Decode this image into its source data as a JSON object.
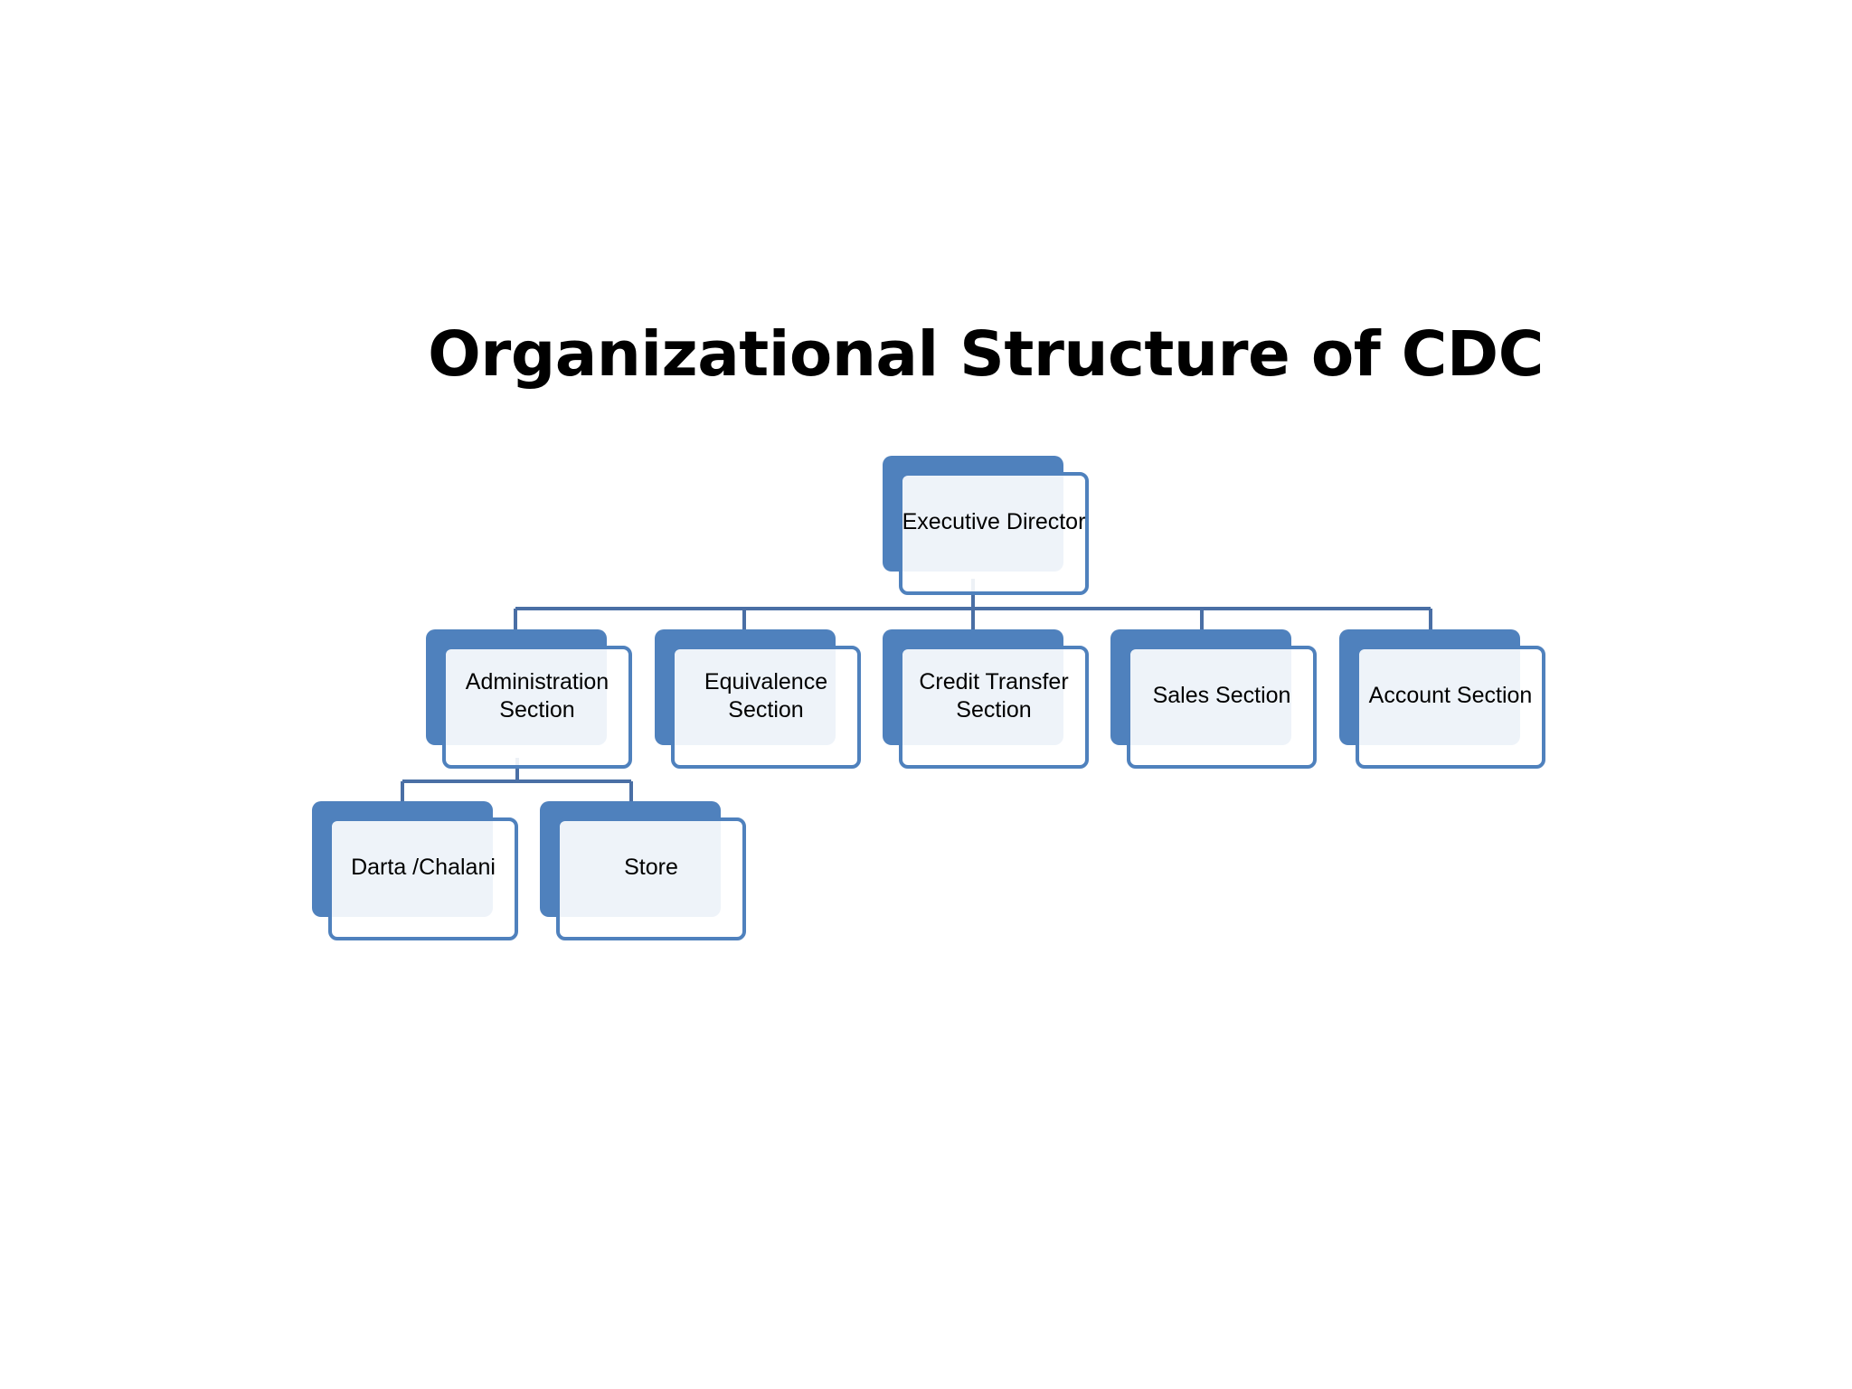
{
  "title": "Organizational Structure of CDC",
  "colors": {
    "node_fill": "#4f81bd",
    "connector": "#4a6fa5"
  },
  "nodes": {
    "executive_director": "Executive Director",
    "administration": "Administration Section",
    "equivalence": "Equivalence Section",
    "credit_transfer": "Credit Transfer Section",
    "sales": "Sales Section",
    "account": "Account Section",
    "darta_chalani": "Darta /Chalani",
    "store": "Store"
  }
}
